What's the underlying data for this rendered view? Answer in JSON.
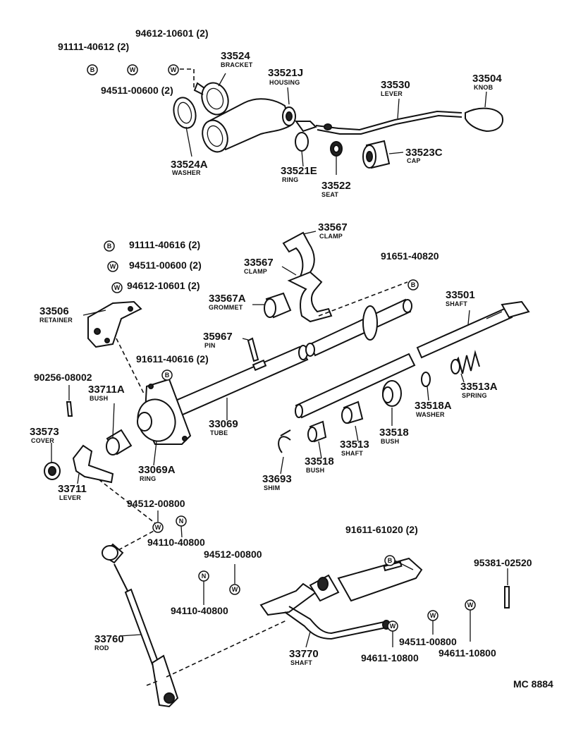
{
  "diagram_code": "MC 8884",
  "parts": {
    "p33524": {
      "number": "33524",
      "name": "BRACKET"
    },
    "p33521J": {
      "number": "33521J",
      "name": "HOUSING"
    },
    "p33530": {
      "number": "33530",
      "name": "LEVER"
    },
    "p33504": {
      "number": "33504",
      "name": "KNOB"
    },
    "p33524A": {
      "number": "33524A",
      "name": "WASHER"
    },
    "p33521E": {
      "number": "33521E",
      "name": "RING"
    },
    "p33522": {
      "number": "33522",
      "name": "SEAT"
    },
    "p33523C": {
      "number": "33523C",
      "name": "CAP"
    },
    "p33567a": {
      "number": "33567",
      "name": "CLAMP"
    },
    "p33567b": {
      "number": "33567",
      "name": "CLAMP"
    },
    "p33567A": {
      "number": "33567A",
      "name": "GROMMET"
    },
    "p33506": {
      "number": "33506",
      "name": "RETAINER"
    },
    "p35967": {
      "number": "35967",
      "name": "PIN"
    },
    "p33501": {
      "number": "33501",
      "name": "SHAFT"
    },
    "p33711A": {
      "number": "33711A",
      "name": "BUSH"
    },
    "p33513A": {
      "number": "33513A",
      "name": "SPRING"
    },
    "p33518A": {
      "number": "33518A",
      "name": "WASHER"
    },
    "p33573": {
      "number": "33573",
      "name": "COVER"
    },
    "p33069": {
      "number": "33069",
      "name": "TUBE"
    },
    "p33513": {
      "number": "33513",
      "name": "SHAFT"
    },
    "p33518a": {
      "number": "33518",
      "name": "BUSH"
    },
    "p33518b": {
      "number": "33518",
      "name": "BUSH"
    },
    "p33069A": {
      "number": "33069A",
      "name": "RING"
    },
    "p33693": {
      "number": "33693",
      "name": "SHIM"
    },
    "p33711": {
      "number": "33711",
      "name": "LEVER"
    },
    "p33760": {
      "number": "33760",
      "name": "ROD"
    },
    "p33770": {
      "number": "33770",
      "name": "SHAFT"
    }
  },
  "fasteners": {
    "f94612_10601_top": "94612-10601 (2)",
    "f91111_40612": "91111-40612 (2)",
    "f94511_00600_top": "94511-00600 (2)",
    "f91111_40616": "91111-40616 (2)",
    "f94511_00600_mid": "94511-00600 (2)",
    "f94612_10601_mid": "94612-10601 (2)",
    "f91651_40820": "91651-40820",
    "f91611_40616": "91611-40616 (2)",
    "f90256_08002": "90256-08002",
    "f94512_00800_a": "94512-00800",
    "f94110_40800_a": "94110-40800",
    "f91611_61020": "91611-61020 (2)",
    "f94512_00800_b": "94512-00800",
    "f95381_02520": "95381-02520",
    "f94110_40800_b": "94110-40800",
    "f94511_00800": "94511-00800",
    "f94611_10800_a": "94611-10800",
    "f94611_10800_b": "94611-10800"
  },
  "badges": {
    "bolt": "B",
    "washer": "W",
    "nut": "N"
  }
}
